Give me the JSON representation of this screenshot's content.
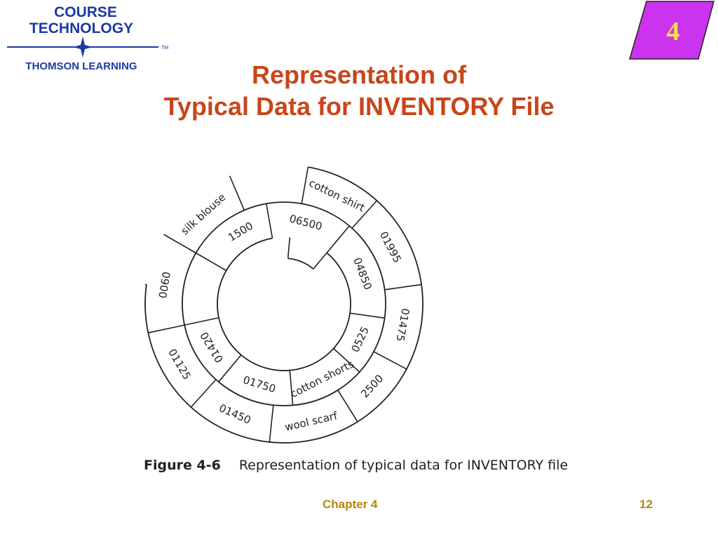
{
  "logo": {
    "line1": "COURSE",
    "line2": "TECHNOLOGY",
    "tm": "TM",
    "line3": "THOMSON LEARNING"
  },
  "chapter_badge": {
    "number": "4"
  },
  "title": {
    "line1": "Representation of",
    "line2": "Typical Data for INVENTORY File"
  },
  "diagram": {
    "outer_ring": [
      "cotton shirt",
      "01995",
      "01475",
      "2500",
      "wool scarf",
      "01450",
      "01125",
      "0060",
      "silk blouse"
    ],
    "inner_ring": [
      "06500",
      "04850",
      "0525",
      "cotton shorts",
      "01750",
      "01420",
      "1500"
    ]
  },
  "caption": {
    "number": "Figure 4-6",
    "text": "Representation of typical data for INVENTORY file"
  },
  "footer": {
    "chapter": "Chapter 4",
    "page": "12"
  },
  "colors": {
    "title": "#c8461a",
    "logo_blue": "#1a3aa8",
    "badge_fill": "#cc33ee",
    "footer_text": "#b8860b"
  }
}
